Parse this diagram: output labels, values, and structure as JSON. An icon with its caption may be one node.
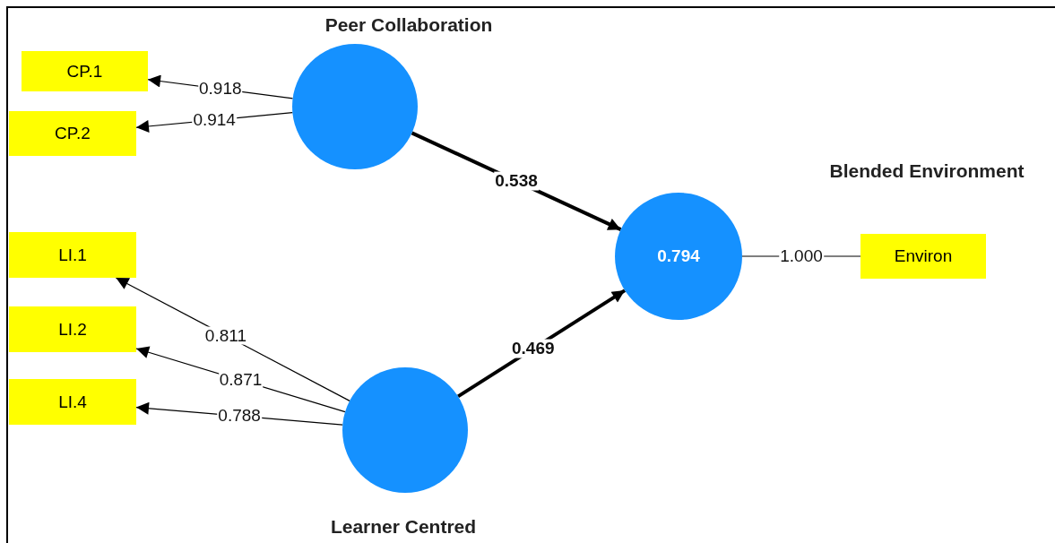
{
  "diagram": {
    "nodes": [
      {
        "text": [
          "Peer Collaboration"
        ]
      },
      {
        "text": [
          "CP.1"
        ]
      },
      {
        "text": [
          "CP.2"
        ]
      },
      {
        "text": [
          "0.794"
        ]
      },
      {
        "text": [
          "Environ"
        ]
      },
      {
        "text": [
          "LI.1"
        ]
      },
      {
        "text": [
          "LI.2"
        ]
      },
      {
        "text": [
          "LI.4"
        ]
      },
      {
        "text": [
          "Learner Centred"
        ]
      }
    ],
    "edges": [
      {
        "from": 0,
        "to": 1,
        "arrow": "to",
        "label": "0.918"
      },
      {
        "from": 0,
        "to": 2,
        "arrow": "to",
        "label": "0.914"
      },
      {
        "from": 0,
        "to": 3,
        "arrow": "to",
        "label": "0.538",
        "style": "thick"
      },
      {
        "from": 3,
        "to": 4,
        "arrow": "none",
        "label": "1.000"
      },
      {
        "from": 8,
        "to": 5,
        "arrow": "to",
        "label": "0.811"
      },
      {
        "from": 8,
        "to": 6,
        "arrow": "to",
        "label": "0.871"
      },
      {
        "from": 8,
        "to": 7,
        "arrow": "to",
        "label": "0.788"
      },
      {
        "from": 8,
        "to": 3,
        "arrow": "to",
        "label": "0.469",
        "style": "thick"
      }
    ],
    "labels": [
      "Blended Environment"
    ]
  }
}
